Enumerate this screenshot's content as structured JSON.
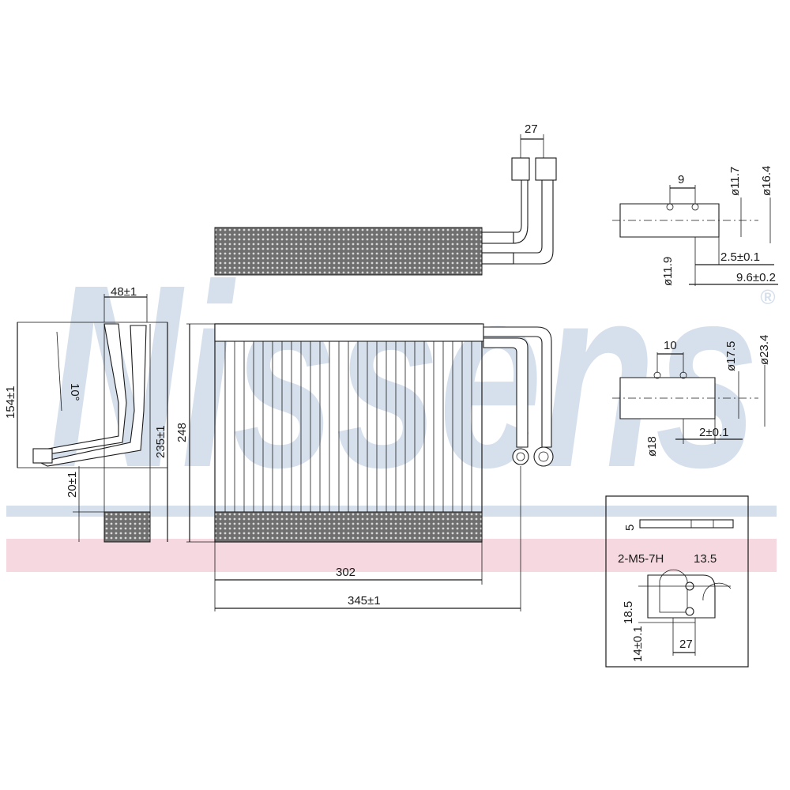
{
  "brand": {
    "watermark": "Nissens",
    "registered_mark": "®",
    "accent_blue": "#c9d6e6",
    "accent_red": "#f3cdd6"
  },
  "side_view": {
    "width_label": "48±1",
    "height_label": "154±1",
    "total_height_label": "235±1",
    "offset_label": "20±1",
    "angle_label": "10°"
  },
  "front_view": {
    "height_label": "248",
    "core_width_label": "302",
    "overall_width_label": "345±1"
  },
  "top_view": {
    "pipe_spacing_label": "27"
  },
  "detail_small_pipe": {
    "d1_label": "ø11.7",
    "d2_label": "ø16.4",
    "length_label": "9",
    "d3_label": "ø11.9",
    "t1_label": "2.5±0.1",
    "t2_label": "9.6±0.2"
  },
  "detail_large_pipe": {
    "d1_label": "ø17.5",
    "d2_label": "ø23.4",
    "length_label": "10",
    "d3_label": "ø18",
    "t1_label": "2±0.1"
  },
  "flange_detail": {
    "thickness_label": "5",
    "thread_label": "2-M5-7H",
    "d1_label": "13.5",
    "d2_label": "18.5",
    "h_label": "14±0.1",
    "spacing_label": "27"
  }
}
